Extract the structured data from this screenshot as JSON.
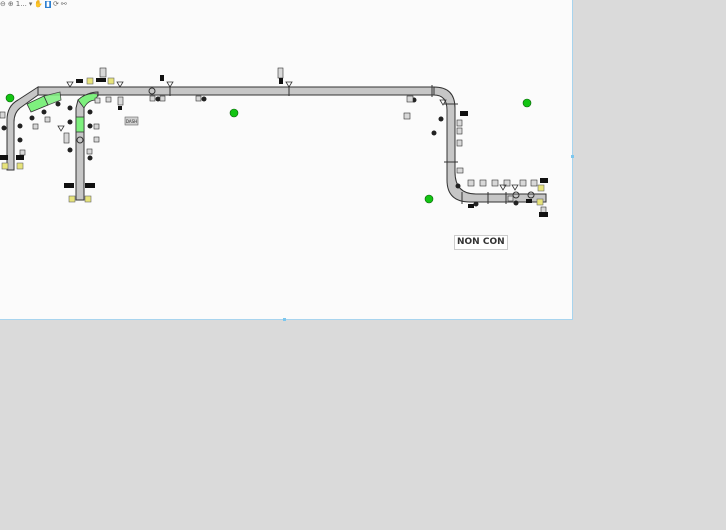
{
  "toolbar": {
    "items": [
      {
        "name": "zoom-out-icon",
        "glyph": "⊖"
      },
      {
        "name": "zoom-in-icon",
        "glyph": "⊕"
      },
      {
        "name": "zoom-level",
        "glyph": "1..."
      },
      {
        "name": "dropdown-icon",
        "glyph": "▾"
      },
      {
        "name": "hand-icon",
        "glyph": "✋"
      },
      {
        "name": "select-icon",
        "glyph": "▮"
      },
      {
        "name": "rotate-icon",
        "glyph": "⟳"
      },
      {
        "name": "link-icon",
        "glyph": "⚯"
      }
    ]
  },
  "labels": {
    "non_con": "NON CON",
    "dash_tag": "DASH"
  },
  "colors": {
    "canvas": "#fbfbfb",
    "outside": "#dadada",
    "pipe_fill": "#c6c6c6",
    "pipe_stroke": "#333333",
    "active_section": "#7ef07e",
    "node_green": "#13c413",
    "warning_yellow": "#e7e37a",
    "device_dark": "#111111"
  }
}
